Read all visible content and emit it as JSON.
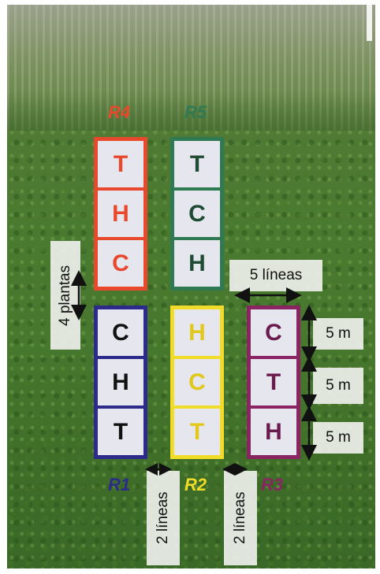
{
  "replicates": [
    {
      "id": "R4",
      "label": "R4",
      "color": "#e8482c",
      "cells": [
        "T",
        "H",
        "C"
      ]
    },
    {
      "id": "R5",
      "label": "R5",
      "color": "#2f7a52",
      "cells": [
        "T",
        "C",
        "H"
      ]
    },
    {
      "id": "R1",
      "label": "R1",
      "color": "#2c2a8a",
      "cells": [
        "C",
        "H",
        "T"
      ]
    },
    {
      "id": "R2",
      "label": "R2",
      "color": "#f2dc2a",
      "cells": [
        "H",
        "C",
        "T"
      ]
    },
    {
      "id": "R3",
      "label": "R3",
      "color": "#8a2462",
      "cells": [
        "C",
        "T",
        "H"
      ]
    }
  ],
  "annotations": {
    "plants": "4 plantas",
    "rows_five": "5 líneas",
    "length_1": "5 m",
    "length_2": "5 m",
    "length_3": "5 m",
    "gap_left": "2 líneas",
    "gap_right": "2 líneas"
  }
}
